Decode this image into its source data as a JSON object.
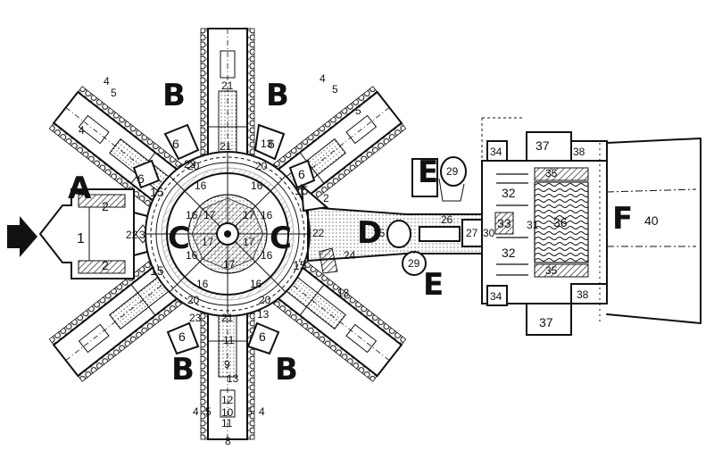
{
  "letters": {
    "A": "A",
    "B": "B",
    "C": "C",
    "D": "D",
    "E": "E",
    "F": "F"
  },
  "numbers": {
    "n1": "1",
    "n2": "2",
    "n3": "3",
    "n4": "4",
    "n5": "5",
    "n6": "6",
    "n8": "8",
    "n9": "9",
    "n10": "10",
    "n11": "11",
    "n12": "12",
    "n13": "13",
    "n15": "15",
    "n16": "16",
    "n17": "17",
    "n20": "20",
    "n21": "21",
    "n22": "22",
    "n23": "23",
    "n24": "24",
    "n25": "25",
    "n26": "26",
    "n27": "27",
    "n29": "29",
    "n30": "30",
    "n31": "31",
    "n32": "32",
    "n33": "33",
    "n34": "34",
    "n35": "35",
    "n36": "36",
    "n37": "37",
    "n38": "38",
    "n40": "40"
  },
  "icons": {
    "entrance": "entrance-arrow-icon"
  },
  "colors": {
    "ink": "#111111",
    "paper": "#ffffff"
  }
}
